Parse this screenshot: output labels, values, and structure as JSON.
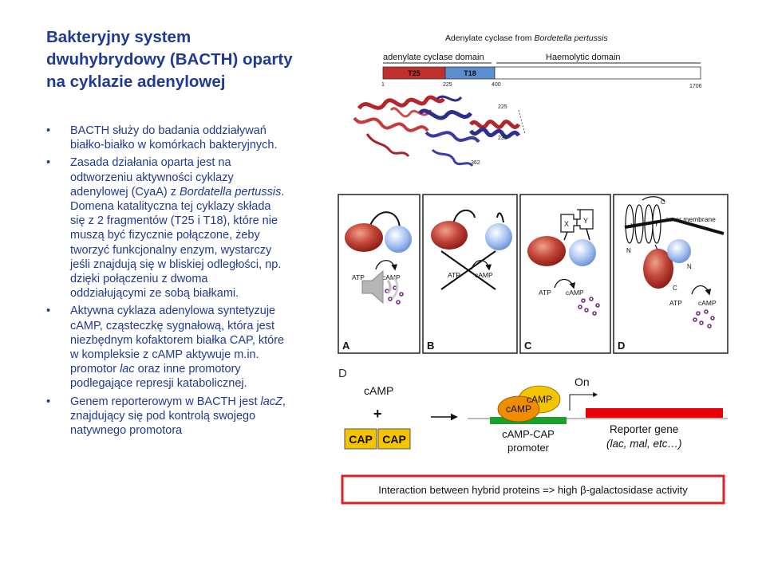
{
  "title": "Bakteryjny system dwuhybrydowy (BACTH) oparty na cyklazie adenylowej",
  "bullets": [
    {
      "parts": [
        {
          "t": "BACTH służy do badania oddziaływań białko-białko w komórkach bakteryjnych.",
          "i": false
        }
      ]
    },
    {
      "parts": [
        {
          "t": "Zasada działania oparta jest na odtworzeniu aktywności cyklazy adenylowej (CyaA)  z ",
          "i": false
        },
        {
          "t": "Bordatella pertussis",
          "i": true
        },
        {
          "t": ". Domena katalityczna tej cyklazy składa się z 2 fragmentów (T25 i T18), które nie muszą być fizycznie połączone, żeby tworzyć funkcjonalny enzym, wystarczy jeśli znajdują się w bliskiej odległości, np. dzięki połączeniu z dwoma oddziałującymi ze sobą białkami.",
          "i": false
        }
      ]
    },
    {
      "parts": [
        {
          "t": "Aktywna cyklaza adenylowa syntetyzuje cAMP, cząsteczkę sygnałową, która jest niezbędnym kofaktorem białka CAP, które w kompleksie z cAMP aktywuje m.in. promotor ",
          "i": false
        },
        {
          "t": "lac",
          "i": true
        },
        {
          "t": " oraz inne promotory podlegające represji katabolicznej.",
          "i": false
        }
      ]
    },
    {
      "parts": [
        {
          "t": "Genem reporterowym w BACTH jest ",
          "i": false
        },
        {
          "t": "lacZ",
          "i": true
        },
        {
          "t": ", znajdujący się pod kontrolą swojego natywnego promotora",
          "i": false
        }
      ]
    }
  ],
  "domain_figure": {
    "heading_plain": "Adenylate cyclase from ",
    "heading_italic": "Bordetella pertussis",
    "label_ac_domain": "adenylate cyclase domain",
    "label_haemolytic": "Haemolytic domain",
    "seg_t25": "T25",
    "seg_t18": "T18",
    "pos_1": "1",
    "pos_225": "225",
    "pos_400": "400",
    "pos_1706": "1706",
    "struct_225": "225",
    "struct_233": "233",
    "struct_362": "362",
    "color_t25": "#c0302e",
    "color_t18": "#5b8fd1"
  },
  "panels": {
    "a_letter": "A",
    "b_letter": "B",
    "c_letter": "C",
    "d_letter": "D",
    "atp": "ATP",
    "camp": "cAMP",
    "x": "X",
    "y": "Y",
    "inner_membrane": "inner membrane",
    "n": "N",
    "c": "C"
  },
  "cap_figure": {
    "letter": "D",
    "camp_left": "cAMP",
    "plus": "+",
    "cap1": "CAP",
    "cap2": "CAP",
    "on": "On",
    "camp_top": "cAMP",
    "camp_front": "cAMP",
    "complex_label_1": "cAMP-CAP",
    "complex_label_2": "promoter",
    "reporter_1": "Reporter gene",
    "reporter_2": "(lac, mal, etc…)",
    "interaction": "Interaction between hybrid proteins  =>  high β-galactosidase activity",
    "color_cap": "#f5c400",
    "color_camp": "#f08c00",
    "color_reporter": "#e8000b",
    "color_promoter": "#1aa02b"
  },
  "icons": {
    "speaker": "speaker-icon"
  }
}
